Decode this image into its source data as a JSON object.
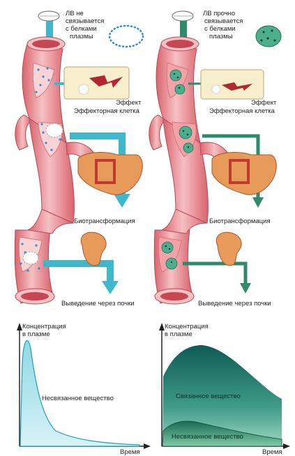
{
  "left": {
    "caption_line1": "ЛВ не",
    "caption_line2": "связывается",
    "caption_line3": "с белками",
    "caption_line4": "плазмы",
    "effect_label": "Эффект",
    "effector_label": "Эффекторная клетка",
    "biotrans_label": "Биотрансформация",
    "excretion_label": "Выведение через почки",
    "graph_ylabel_1": "Концентрация",
    "graph_ylabel_2": "в плазме",
    "graph_xlabel": "Время",
    "graph_curve_label": "Несвязанное вещество",
    "drug_color": "#3fb8cc",
    "bound": false
  },
  "right": {
    "caption_line1": "ЛВ прочно",
    "caption_line2": "связывается",
    "caption_line3": "с белками",
    "caption_line4": "плазмы",
    "effect_label": "Эффект",
    "effector_label": "Эффекторная клетка",
    "biotrans_label": "Биотрансформация",
    "excretion_label": "Выведение через почки",
    "graph_ylabel_1": "Концентрация",
    "graph_ylabel_2": "в плазме",
    "graph_xlabel": "Время",
    "graph_bound_label": "Связанное вещество",
    "graph_unbound_label": "Несвязанное вещество",
    "drug_color": "#2e8a6a",
    "bound": true
  },
  "colors": {
    "vessel": "#f2a3a8",
    "vessel_dark": "#d9646f",
    "cell": "#f7efcc",
    "organ": "#e89a5a",
    "arrow_red": "#b2282e",
    "teal_dark": "#1e6e5f",
    "cyan": "#5cc6d8"
  }
}
